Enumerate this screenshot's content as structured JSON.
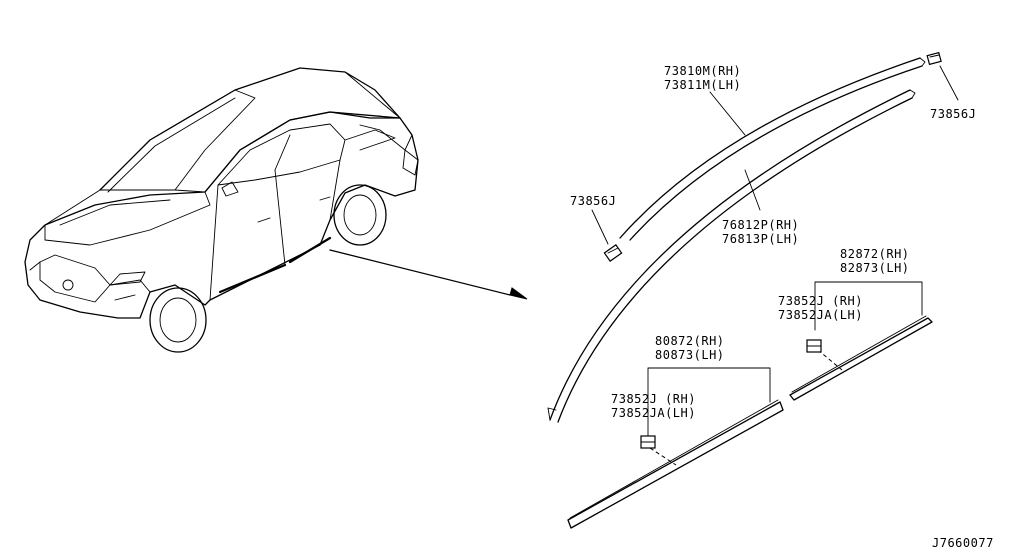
{
  "diagram_id": "J7660077",
  "parts": {
    "roof_molding": {
      "rh": "73810M(RH)",
      "lh": "73811M(LH)"
    },
    "clip_top": {
      "number": "73856J"
    },
    "clip_left": {
      "number": "73856J"
    },
    "drip_molding": {
      "rh": "76812P(RH)",
      "lh": "76813P(LH)"
    },
    "rear_door_molding": {
      "rh": "82872(RH)",
      "lh": "82873(LH)"
    },
    "rear_door_clip": {
      "rh": "73852J (RH)",
      "lh": "73852JA(LH)"
    },
    "front_door_molding": {
      "rh": "80872(RH)",
      "lh": "80873(LH)"
    },
    "front_door_clip": {
      "rh": "73852J (RH)",
      "lh": "73852JA(LH)"
    }
  }
}
